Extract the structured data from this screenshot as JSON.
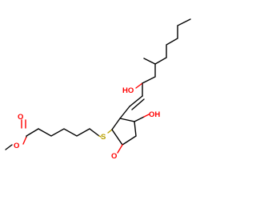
{
  "structure": {
    "atom_labels": {
      "ester_o_carbonyl": "O",
      "ester_o_methoxy": "O",
      "sulfur": "S",
      "ring_ketone_o": "O",
      "ring_hydroxyl": "OH",
      "chain_hydroxyl": "HO"
    }
  },
  "colors": {
    "bond": "#000000",
    "oxygen": "#ff0000",
    "sulfur": "#b8a000"
  }
}
